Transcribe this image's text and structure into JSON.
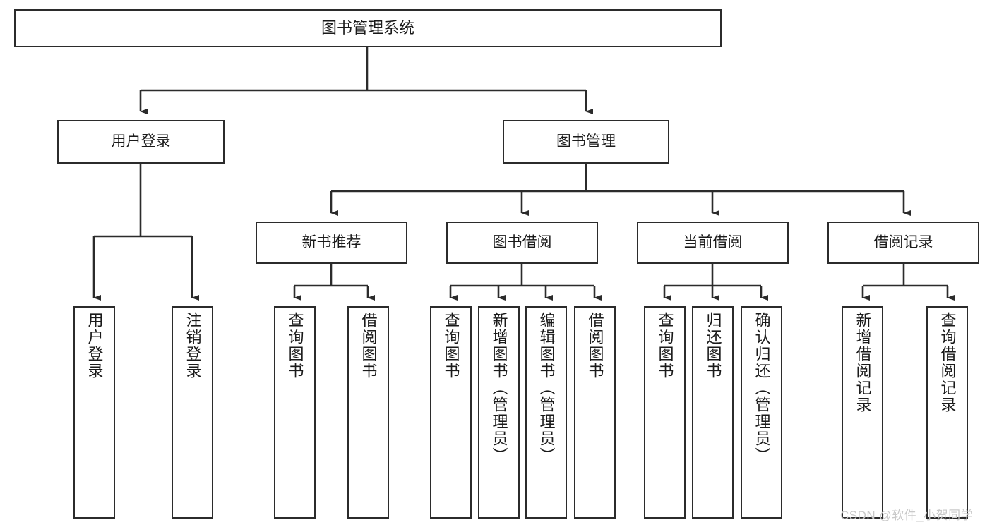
{
  "diagram": {
    "type": "tree-hierarchy",
    "title": "图书管理系统",
    "nodes": {
      "root": {
        "label": "图书管理系统",
        "level": 1
      },
      "user_login": {
        "label": "用户登录",
        "level": 2
      },
      "book_manage": {
        "label": "图书管理",
        "level": 2
      },
      "new_book_rec": {
        "label": "新书推荐",
        "level": 3
      },
      "book_borrow": {
        "label": "图书借阅",
        "level": 3
      },
      "current_borrow": {
        "label": "当前借阅",
        "level": 3
      },
      "borrow_record": {
        "label": "借阅记录",
        "level": 3
      },
      "leaf_user_login": {
        "label": "用户登录",
        "level": 4
      },
      "leaf_logout": {
        "label": "注销登录",
        "level": 4
      },
      "leaf_query_books_1": {
        "label": "查询图书",
        "level": 4
      },
      "leaf_borrow_books_1": {
        "label": "借阅图书",
        "level": 4
      },
      "leaf_query_books_2": {
        "label": "查询图书",
        "level": 4
      },
      "leaf_add_book": {
        "label": "新增图书（管理员）",
        "level": 4
      },
      "leaf_edit_book": {
        "label": "编辑图书（管理员）",
        "level": 4
      },
      "leaf_borrow_books_2": {
        "label": "借阅图书",
        "level": 4
      },
      "leaf_query_books_3": {
        "label": "查询图书",
        "level": 4
      },
      "leaf_return_book": {
        "label": "归还图书",
        "level": 4
      },
      "leaf_confirm_return": {
        "label": "确认归还（管理员）",
        "level": 4
      },
      "leaf_add_record": {
        "label": "新增借阅记录",
        "level": 4
      },
      "leaf_query_record": {
        "label": "查询借阅记录",
        "level": 4
      }
    },
    "edges": [
      {
        "from": "root",
        "to": "user_login"
      },
      {
        "from": "root",
        "to": "book_manage"
      },
      {
        "from": "user_login",
        "to": "leaf_user_login"
      },
      {
        "from": "user_login",
        "to": "leaf_logout"
      },
      {
        "from": "book_manage",
        "to": "new_book_rec"
      },
      {
        "from": "book_manage",
        "to": "book_borrow"
      },
      {
        "from": "book_manage",
        "to": "current_borrow"
      },
      {
        "from": "book_manage",
        "to": "borrow_record"
      },
      {
        "from": "new_book_rec",
        "to": "leaf_query_books_1"
      },
      {
        "from": "new_book_rec",
        "to": "leaf_borrow_books_1"
      },
      {
        "from": "book_borrow",
        "to": "leaf_query_books_2"
      },
      {
        "from": "book_borrow",
        "to": "leaf_add_book"
      },
      {
        "from": "book_borrow",
        "to": "leaf_edit_book"
      },
      {
        "from": "book_borrow",
        "to": "leaf_borrow_books_2"
      },
      {
        "from": "current_borrow",
        "to": "leaf_query_books_3"
      },
      {
        "from": "current_borrow",
        "to": "leaf_return_book"
      },
      {
        "from": "current_borrow",
        "to": "leaf_confirm_return"
      },
      {
        "from": "borrow_record",
        "to": "leaf_add_record"
      },
      {
        "from": "borrow_record",
        "to": "leaf_query_record"
      }
    ],
    "colors": {
      "stroke": "#2b2b2b",
      "fill": "#ffffff",
      "text": "#1a1a1a",
      "watermark": "#c9c9c9"
    }
  },
  "watermark": {
    "text": "CSDN @软件_小贺同学"
  }
}
